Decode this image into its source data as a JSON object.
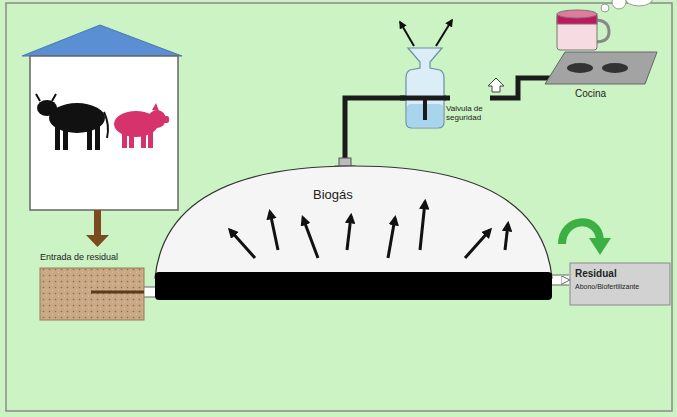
{
  "diagram": {
    "nodes": [
      {
        "text": [
          "Valvula de seguridad"
        ]
      },
      {
        "text": [
          "Cocina"
        ]
      },
      {
        "text": [
          "Biogás"
        ]
      },
      {
        "text": [
          "Entrada de residual"
        ]
      },
      {
        "text": [
          "Residual",
          "Abono/Biofertilizante"
        ]
      }
    ],
    "edges": [
      {
        "from": 2,
        "to": 0,
        "arrow": "none"
      },
      {
        "from": 0,
        "to": 1,
        "arrow": "none"
      },
      {
        "from": 3,
        "to": 2,
        "arrow": "none"
      },
      {
        "from": 2,
        "to": 4,
        "arrow": "to"
      }
    ]
  }
}
